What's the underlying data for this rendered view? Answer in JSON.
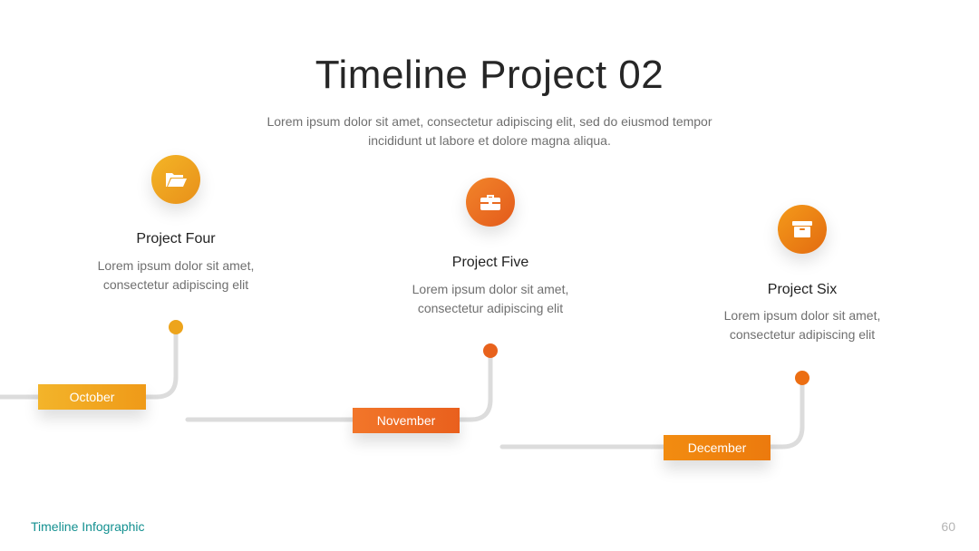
{
  "slide": {
    "title": "Timeline Project 02",
    "subtitle": "Lorem ipsum dolor sit amet, consectetur adipiscing elit, sed do eiusmod tempor incididunt ut labore et dolore magna aliqua."
  },
  "projects": [
    {
      "title": "Project Four",
      "description": "Lorem ipsum dolor sit amet, consectetur adipiscing elit",
      "month": "October",
      "icon": "folder-open-icon",
      "color": "#f0a81e",
      "color_dark": "#e88a12"
    },
    {
      "title": "Project Five",
      "description": "Lorem ipsum dolor sit amet, consectetur adipiscing elit",
      "month": "November",
      "icon": "briefcase-icon",
      "color": "#f07a22",
      "color_dark": "#e55a1a"
    },
    {
      "title": "Project Six",
      "description": "Lorem ipsum dolor sit amet, consectetur adipiscing elit",
      "month": "December",
      "icon": "archive-box-icon",
      "color": "#f28a0e",
      "color_dark": "#e5700f"
    }
  ],
  "footer": {
    "label": "Timeline Infographic",
    "page_number": "60"
  },
  "colors": {
    "track": "#dcdcdc",
    "footer_label": "#139090"
  }
}
